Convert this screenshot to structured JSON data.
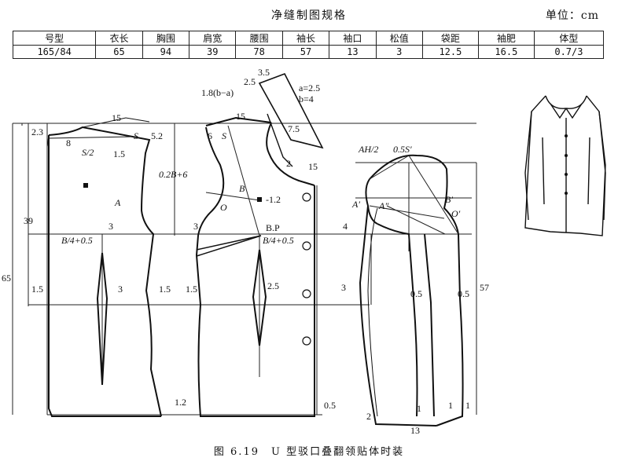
{
  "header": {
    "title": "净缝制图规格",
    "unit": "单位：cm"
  },
  "spec_table": {
    "headers": [
      "号型",
      "衣长",
      "胸围",
      "肩宽",
      "腰围",
      "袖长",
      "袖口",
      "松值",
      "袋距",
      "袖肥",
      "体型"
    ],
    "values": [
      "165/84",
      "65",
      "94",
      "39",
      "78",
      "57",
      "13",
      "3",
      "12.5",
      "16.5",
      "0.7/3"
    ]
  },
  "labels": {
    "len39": "39",
    "len65": "65",
    "v23": "2.3",
    "v8": "8",
    "s2": "S/2",
    "v15top": "15",
    "s_back": "S",
    "v52": "5.2",
    "v15back": "1.5",
    "a_back": "A",
    "v3back": "3",
    "b4back": "B/4+0.5",
    "v15hem_l": "1.5",
    "v3dart_back": "3",
    "v15hem_r": "1.5",
    "v12": "1.2",
    "b02": "0.2B+6",
    "v15front": "15",
    "v6": "6",
    "s_front": "S",
    "ba18": "1.8(b−a)",
    "v25": "2.5",
    "v35": "3.5",
    "a25": "a=2.5",
    "b4": "b=4",
    "v75": "7.5",
    "v2": "2",
    "v15right": "15",
    "b_pt": "B",
    "o_pt": "O",
    "neg12": "-1.2",
    "v3front": "3",
    "bp": "B.P",
    "b4front": "B/4+0.5",
    "v15front_hem": "1.5",
    "v25dart": "2.5",
    "v05hem": "0.5",
    "ah2": "AH/2",
    "s05": "0.5S′",
    "a_sleeve": "A′",
    "a2_sleeve": "A″",
    "b_sleeve": "B′",
    "o_sleeve": "O′",
    "v4": "4",
    "v3sleeve": "3",
    "v05a": "0.5",
    "v05b": "0.5",
    "v57": "57",
    "v2cuff": "2",
    "v13": "13",
    "v1a": "1",
    "v1b": "1",
    "v1c": "1"
  },
  "caption": "图 6.19　U 型驳口叠翻领贴体时装"
}
